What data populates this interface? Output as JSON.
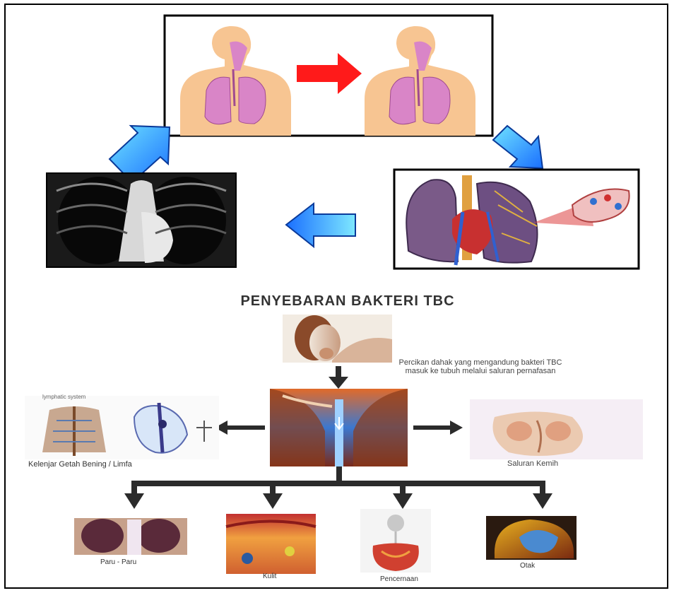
{
  "title": "PENYEBARAN BAKTERI TBC",
  "note": "Percikan dahak yang mengandung bakteri TBC masuk ke tubuh melalui saluran pernafasan",
  "labels": {
    "limfa": "Kelenjar Getah Bening / Limfa",
    "kemih": "Saluran Kemih",
    "paru": "Paru - Paru",
    "kulit": "Kulit",
    "pencernaan": "Pencernaan",
    "otak": "Otak",
    "lymphatic_system": "lymphatic system"
  },
  "colors": {
    "skin": "#f7c592",
    "lung_pink": "#d985c7",
    "arrow_red": "#ff1a1a",
    "arrow_blue": "#1e90ff",
    "arrow_dark": "#2b2b2b"
  }
}
